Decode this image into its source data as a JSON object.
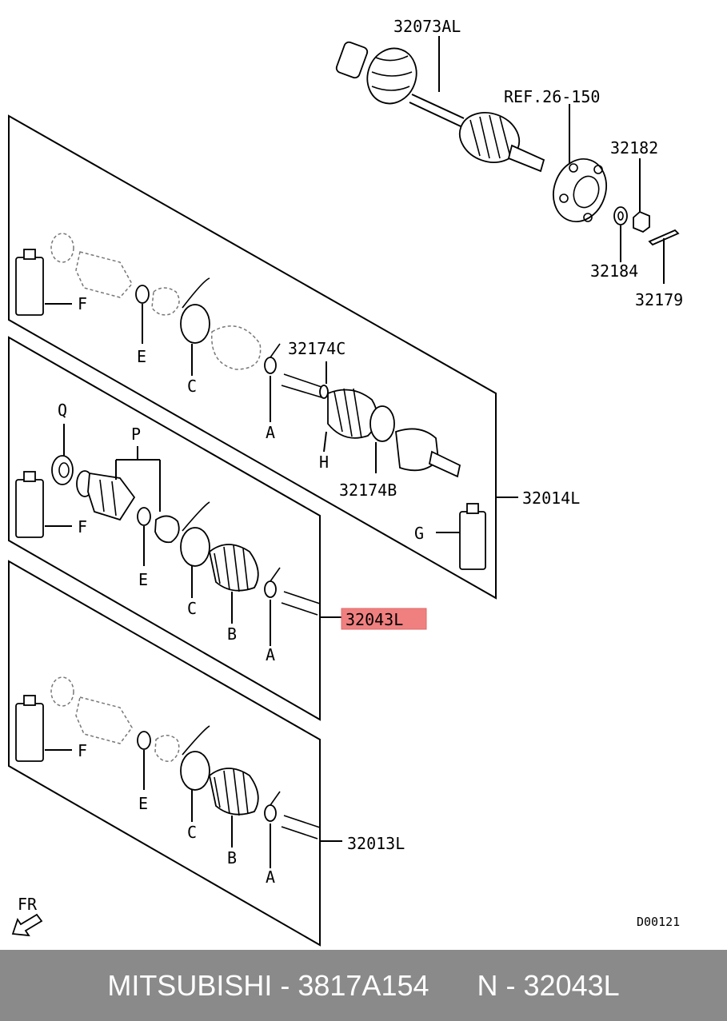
{
  "labels": {
    "part_32073al": "32073AL",
    "ref_26_150": "REF.26-150",
    "part_32182": "32182",
    "part_32184": "32184",
    "part_32179": "32179",
    "part_32174c": "32174C",
    "part_32174b": "32174B",
    "part_32014l": "32014L",
    "part_32043l": "32043L",
    "part_32013l": "32013L",
    "letter_f": "F",
    "letter_e": "E",
    "letter_c": "C",
    "letter_a": "A",
    "letter_h": "H",
    "letter_g": "G",
    "letter_q": "Q",
    "letter_p": "P",
    "letter_b": "B",
    "fr": "FR",
    "drawing_code": "D00121"
  },
  "highlight_color": "#f08080",
  "footer": {
    "brand": "MITSUBISHI",
    "part_number": "3817A154",
    "catalog_ref": "N - 32043L",
    "separator": " - "
  }
}
